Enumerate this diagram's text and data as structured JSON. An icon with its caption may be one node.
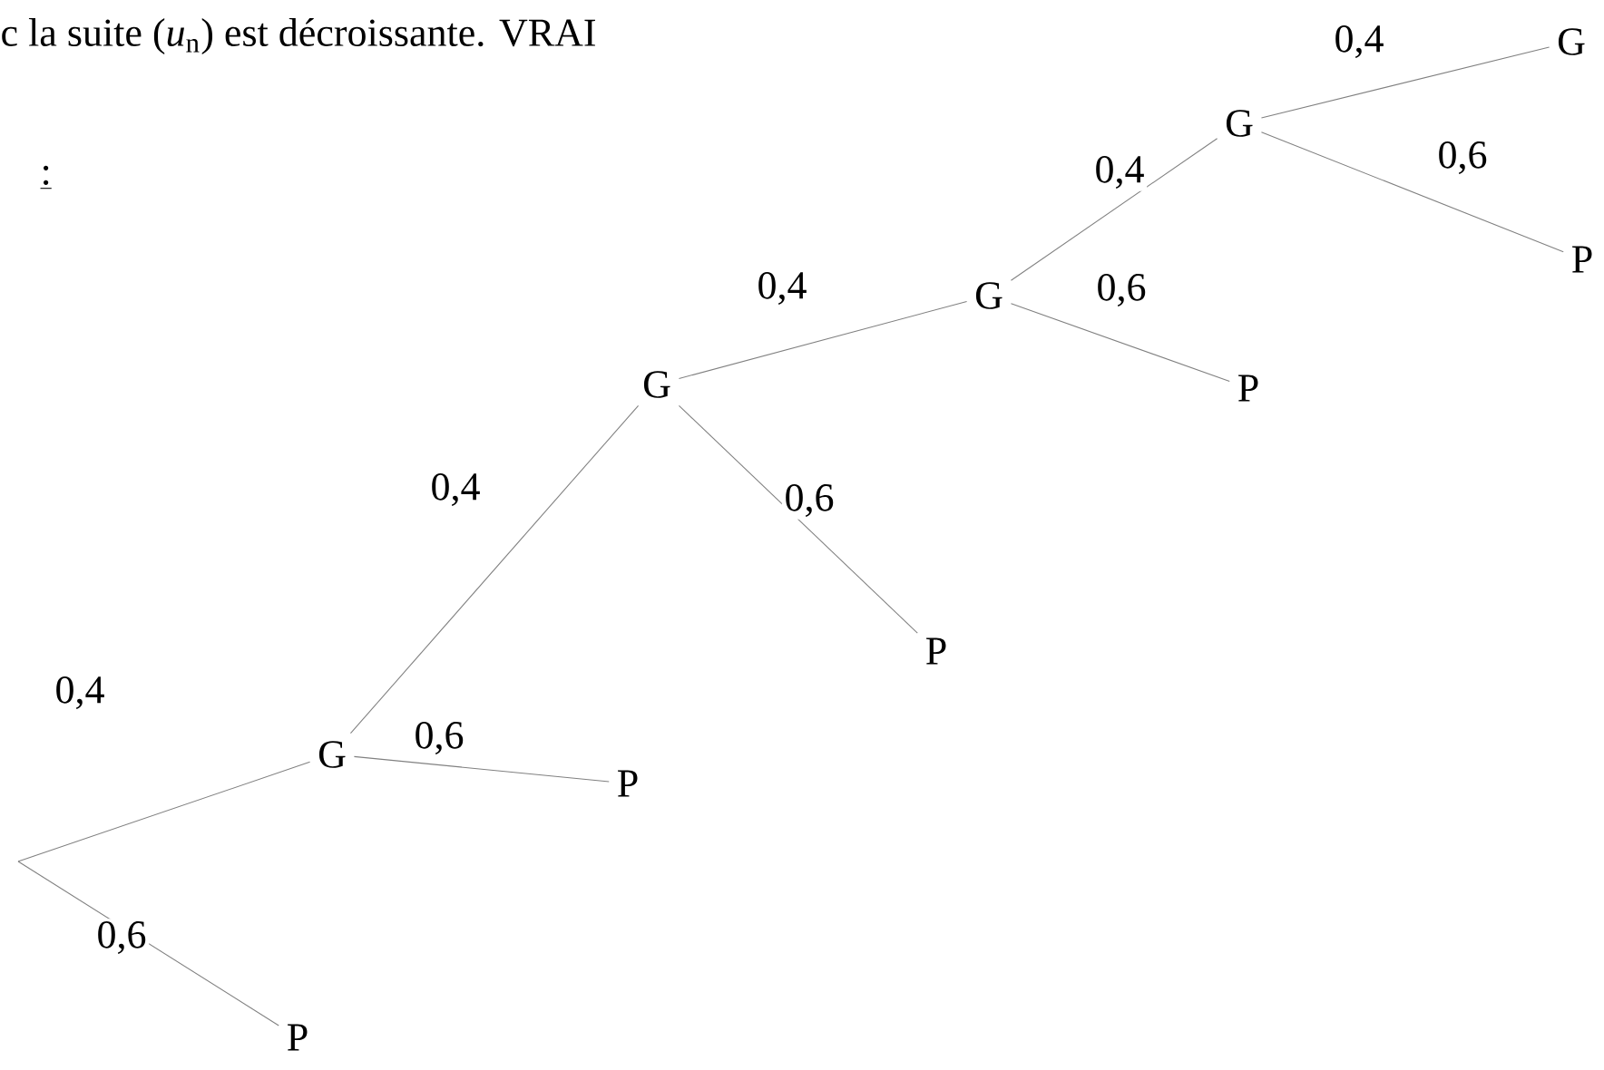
{
  "diagram": {
    "nodes": [
      {
        "text": [
          "G"
        ]
      },
      {
        "text": [
          "P"
        ]
      },
      {
        "text": [
          "G"
        ]
      },
      {
        "text": [
          "P"
        ]
      },
      {
        "text": [
          "G"
        ]
      },
      {
        "text": [
          "P"
        ]
      },
      {
        "text": [
          "G"
        ]
      },
      {
        "text": [
          "P"
        ]
      },
      {
        "text": [
          "G"
        ]
      },
      {
        "text": [
          "P"
        ]
      }
    ],
    "edges": [
      {
        "from": null,
        "to": 0,
        "arrow": "none",
        "label": "0,4"
      },
      {
        "from": null,
        "to": 1,
        "arrow": "none",
        "label": "0,6"
      },
      {
        "from": 0,
        "to": 2,
        "arrow": "none",
        "label": "0,4"
      },
      {
        "from": 0,
        "to": 3,
        "arrow": "none",
        "label": "0,6"
      },
      {
        "from": 2,
        "to": 4,
        "arrow": "none",
        "label": "0,4"
      },
      {
        "from": 2,
        "to": 5,
        "arrow": "none",
        "label": "0,6"
      },
      {
        "from": 4,
        "to": 6,
        "arrow": "none",
        "label": "0,4"
      },
      {
        "from": 4,
        "to": 7,
        "arrow": "none",
        "label": "0,6"
      },
      {
        "from": 6,
        "to": 8,
        "arrow": "none",
        "label": "0,4"
      },
      {
        "from": 6,
        "to": 9,
        "arrow": "none",
        "label": "0,6"
      }
    ],
    "labels": [
      "c la suite (*u*$_{n}$) est décroissante. VRAI",
      ":"
    ]
  }
}
